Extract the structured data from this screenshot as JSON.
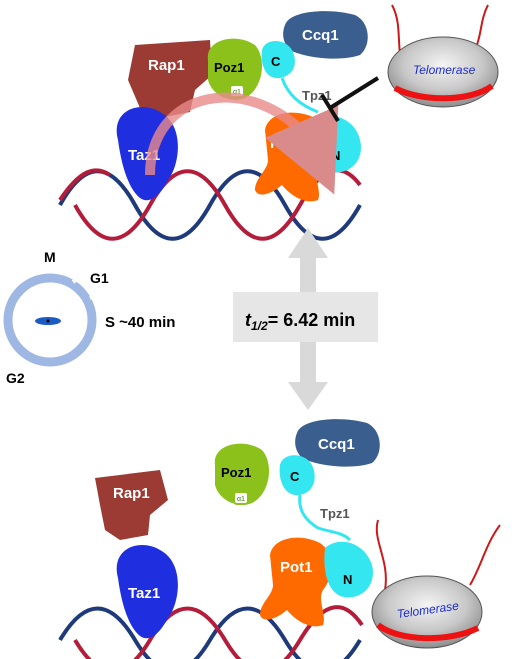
{
  "top_complex": {
    "rap1": "Rap1",
    "poz1": "Poz1",
    "poz1_sub": "α1",
    "ccq1": "Ccq1",
    "tpz1_c": "C",
    "tpz1": "Tpz1",
    "taz1": "Taz1",
    "pot1": "Pot1",
    "pot1_n": "N",
    "telomerase": "Telomerase"
  },
  "cell_cycle": {
    "m": "M",
    "g1": "G1",
    "s": "S ~40 min",
    "g2": "G2"
  },
  "half_life": {
    "symbol": "t",
    "subscript": "1/2",
    "value": "= 6.42 min"
  },
  "bottom_complex": {
    "rap1": "Rap1",
    "poz1": "Poz1",
    "poz1_sub": "α1",
    "ccq1": "Ccq1",
    "tpz1_c": "C",
    "tpz1": "Tpz1",
    "taz1": "Taz1",
    "pot1": "Pot1",
    "pot1_n": "N",
    "telomerase": "Telomerase"
  },
  "colors": {
    "rap1": "#9b3b33",
    "poz1": "#8cc11c",
    "ccq1": "#3a5f8e",
    "tpz1": "#33e6f0",
    "taz1": "#1f2fe0",
    "pot1": "#ff6a00",
    "dna_red": "#b31d3a",
    "dna_blue": "#1f3a7a",
    "telomerase_body": "#a9a9a9",
    "telomerase_text": "#1a2ccc",
    "cycle_ring": "#9fb7e3",
    "arrow": "#d9d9d9"
  }
}
